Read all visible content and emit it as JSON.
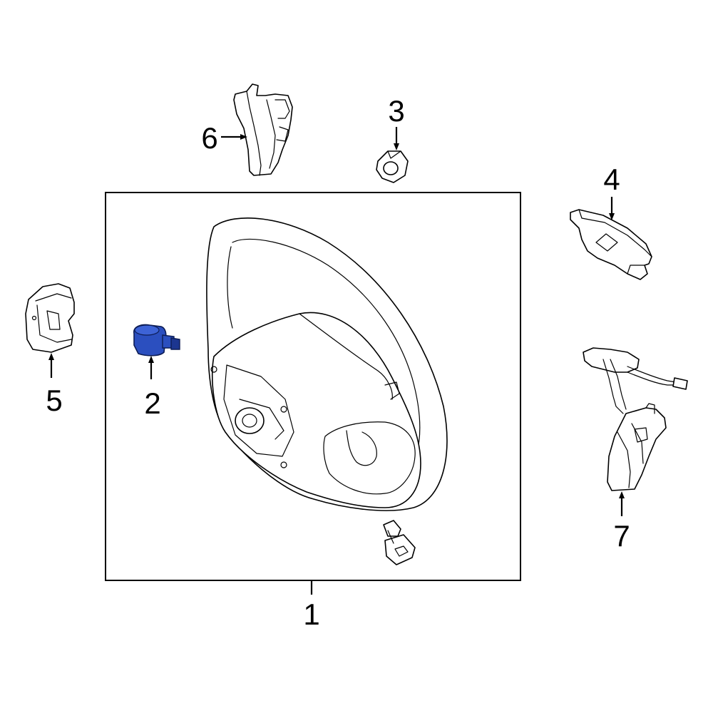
{
  "diagram": {
    "colors": {
      "background": "#ffffff",
      "line": "#000000",
      "highlight": "#2b4fbf",
      "highlight_dark": "#1c3690"
    },
    "callouts": [
      {
        "id": "1",
        "label": "1"
      },
      {
        "id": "2",
        "label": "2",
        "highlighted": true
      },
      {
        "id": "3",
        "label": "3"
      },
      {
        "id": "4",
        "label": "4"
      },
      {
        "id": "5",
        "label": "5"
      },
      {
        "id": "6",
        "label": "6"
      },
      {
        "id": "7",
        "label": "7"
      }
    ]
  }
}
